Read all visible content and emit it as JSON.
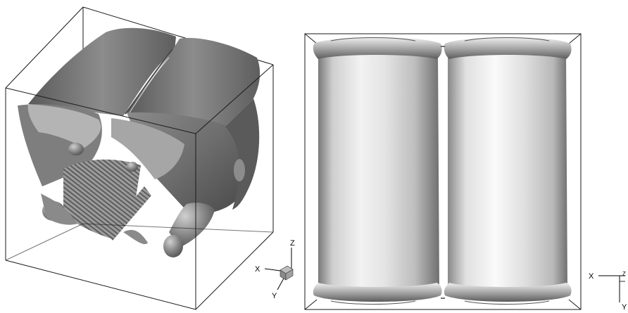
{
  "left_view": {
    "triad": {
      "x_label": "X",
      "y_label": "Y",
      "z_label": "Z"
    }
  },
  "right_view": {
    "triad": {
      "x_label": "X",
      "y_label": "Y",
      "z_label": "Z"
    }
  },
  "colors": {
    "background": "#ffffff",
    "frame": "#1a1a1a",
    "surface_dark": "#6b6b6b",
    "surface_mid": "#9e9e9e",
    "surface_light": "#e6e6e6"
  }
}
